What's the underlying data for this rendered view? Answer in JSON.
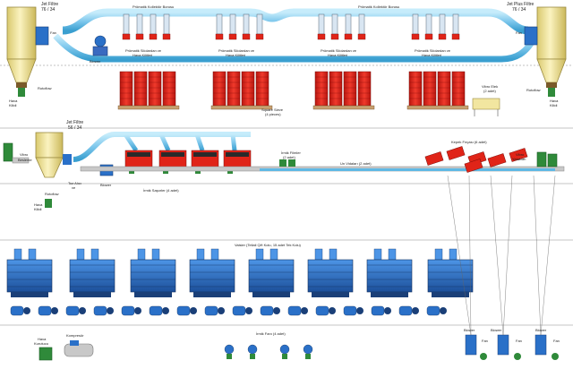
{
  "colors": {
    "duct": "#8fd0ee",
    "duct_dark": "#3a9fd0",
    "filter_body": "#f2e6a0",
    "filter_edge": "#9a8a40",
    "silo_red": "#e02418",
    "machine_blue": "#2a70c8",
    "machine_dark": "#1a3f78",
    "motor_green": "#2f8a3a",
    "belt": "#c8c8c8",
    "annotation": "#d00000",
    "separator": "#b0b0b0"
  },
  "top_section": {
    "duct_left_title": "Prömatik Kollektör Borusu",
    "duct_right_title": "Prömatik Kollektör Borusu",
    "jet_filter_left": [
      "Jet Filtre",
      "76 / 34"
    ],
    "jet_filter_right": [
      "Jet Plus Filtre",
      "76 / 34"
    ],
    "fan_left": "Fan",
    "fan_right": "Fan",
    "blower": "Blower",
    "rotoflow_left": "Rotoflow",
    "rotoflow_right": "Rotoflow",
    "hava_kilidi_left": [
      "Hava",
      "Kilidi"
    ],
    "hava_kilidi_right": [
      "Hava",
      "Kilidi"
    ],
    "silo_groups": [
      [
        "Prömatik Silolardan ve",
        "Hava Kilitleri"
      ],
      [
        "Prömatik Silolardan ve",
        "Hava Kilitleri"
      ],
      [
        "Prömatik Silolardan ve",
        "Hava Kilitleri"
      ],
      [
        "Prömatik Silolardan ve",
        "Hava Kilitleri"
      ]
    ],
    "square_sieve": [
      "Square Sieve",
      "(4 pieces)"
    ],
    "vibro_elek": [
      "Vibro Elek",
      "(2 adet)"
    ]
  },
  "middle_section": {
    "jet_filter": [
      "Jet Filtre",
      "56 / 34"
    ],
    "vibro_besleme": [
      "Vibro",
      "Besleme"
    ],
    "blower": "Blower",
    "toz_alici": [
      "Toz Alıcı",
      "ve"
    ],
    "rotoflow": "Rotoflow",
    "hava_kilidi": [
      "Hava",
      "Kilidi"
    ],
    "irmik_sasorler": "İrmik Saşorler (4 adet)",
    "irmik_filmler": [
      "İrmik Filmler",
      "(2 adet)"
    ],
    "un_vidalari": "Un Vidaları (2 adet)",
    "kepek_fircasi": "Kepek Fırçası (6 adet)",
    "vibro_yataklar": [
      "Vibro",
      "Yatakları"
    ]
  },
  "lower_section": {
    "title": "Valsler (Tellali Çift Kolu, 15 adet Tek Kolu)"
  },
  "bottom_section": {
    "hava_kurutucu": [
      "Hava",
      "Kurutucu"
    ],
    "kompresor": "Kompresör",
    "irmik_fanlari": "İrmik Fanı (4 adet)",
    "blowers_right": [
      "Blower",
      "Blower",
      "Blower"
    ],
    "fans_right": [
      "Fan",
      "Fan",
      "Fan"
    ]
  }
}
